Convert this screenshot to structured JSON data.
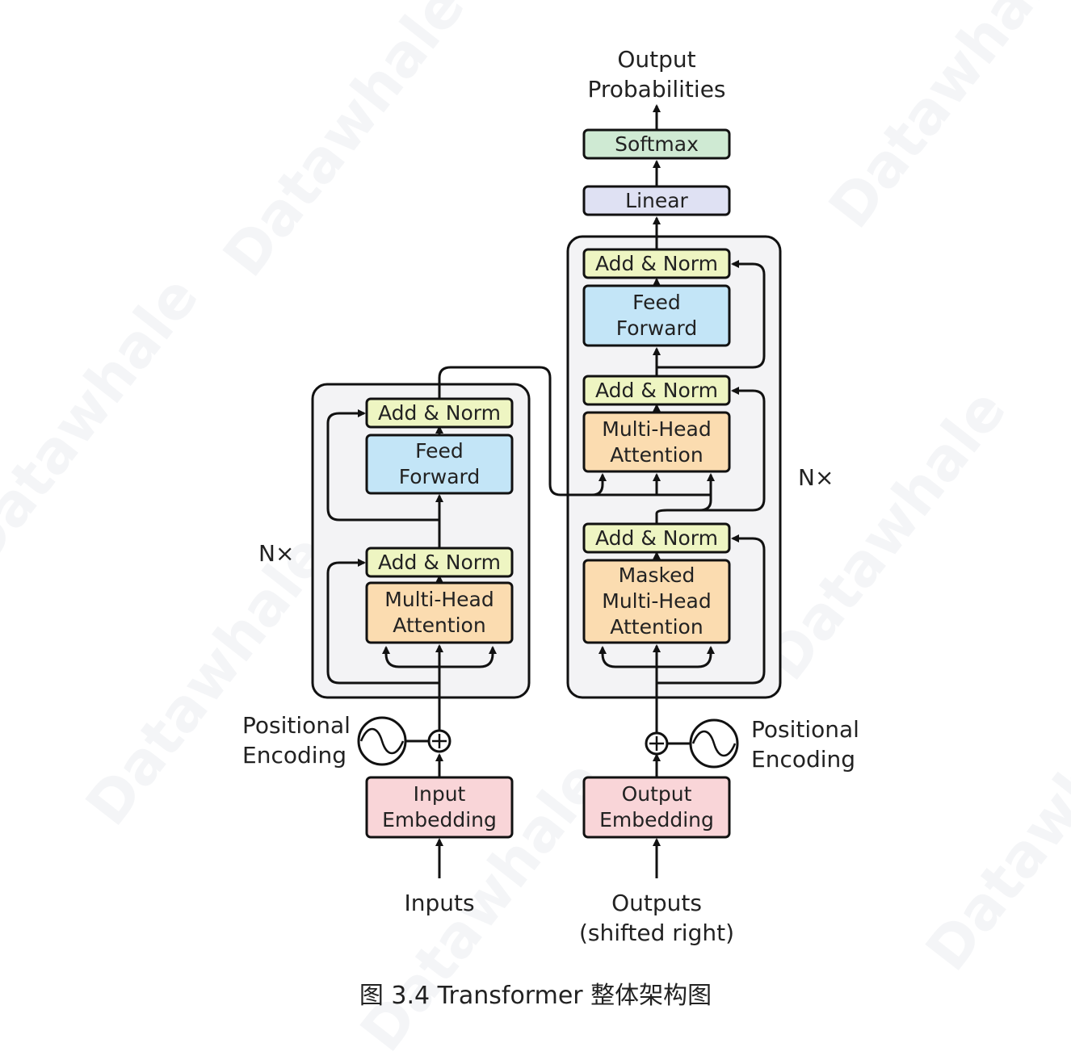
{
  "top_output": "Output\nProbabilities",
  "caption": "图 3.4 Transformer 整体架构图",
  "watermark": "Datawhale",
  "encoder": {
    "repeat_label": "N×",
    "add_norm_top": "Add & Norm",
    "feed_forward": "Feed\nForward",
    "add_norm_bottom": "Add & Norm",
    "multi_head_attention": "Multi-Head\nAttention",
    "positional_encoding": "Positional\nEncoding",
    "input_embedding": "Input\nEmbedding",
    "inputs_label": "Inputs"
  },
  "decoder": {
    "repeat_label": "N×",
    "softmax": "Softmax",
    "linear": "Linear",
    "add_norm_top": "Add & Norm",
    "feed_forward": "Feed\nForward",
    "add_norm_middle": "Add & Norm",
    "multi_head_attention": "Multi-Head\nAttention",
    "add_norm_bottom": "Add & Norm",
    "masked_attention": "Masked\nMulti-Head\nAttention",
    "positional_encoding": "Positional\nEncoding",
    "output_embedding": "Output\nEmbedding",
    "outputs_label": "Outputs\n(shifted right)"
  },
  "colors": {
    "add_norm": "#eef5c2",
    "feed_forward": "#c3e5f7",
    "attention": "#fbdcb0",
    "embedding": "#f9d5d8",
    "softmax": "#cfead3",
    "linear": "#dfe1f3",
    "stack_bg": "#f3f3f5"
  }
}
